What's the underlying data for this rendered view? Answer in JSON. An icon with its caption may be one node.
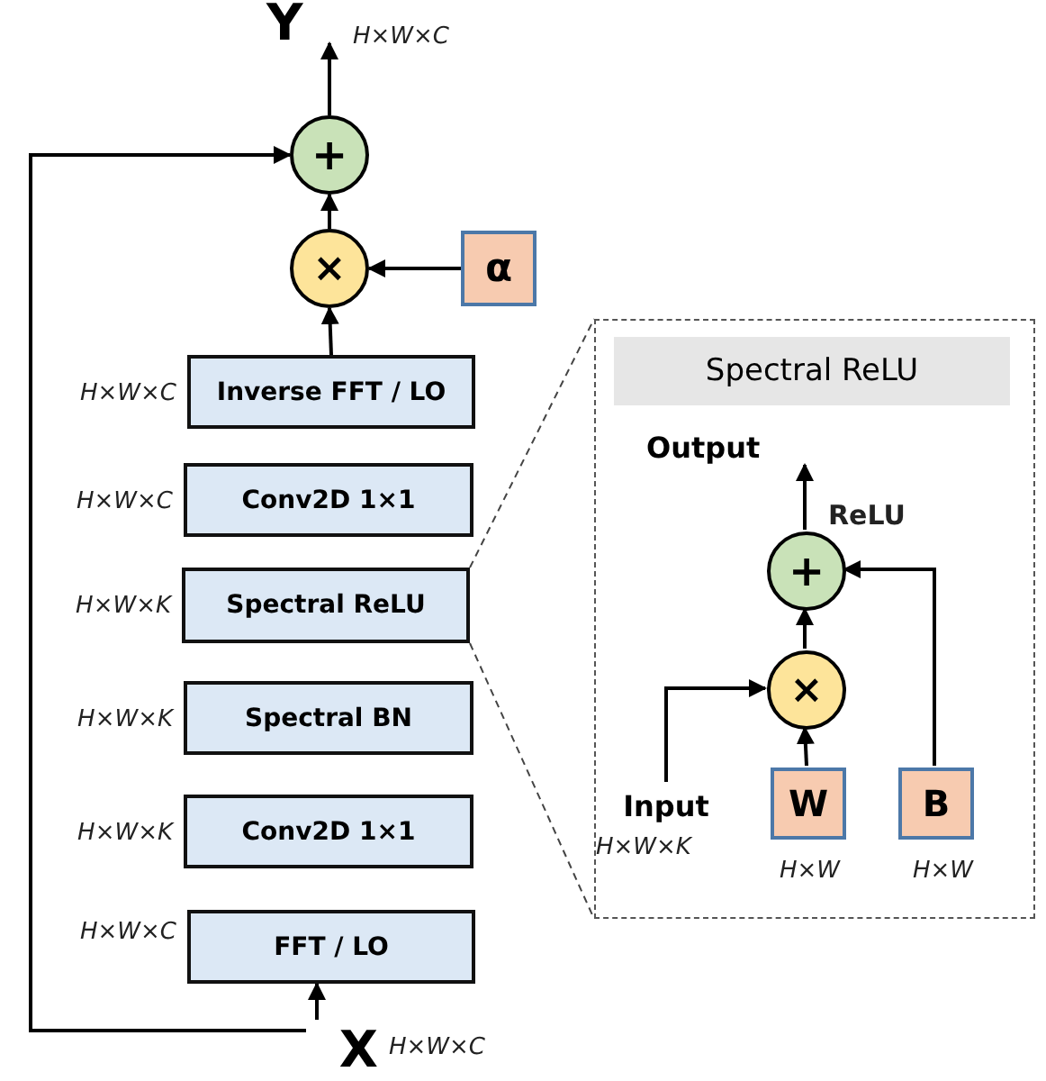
{
  "diagram": {
    "nodes": [
      {
        "text": [
          "Y"
        ]
      },
      {
        "text": [
          "+"
        ]
      },
      {
        "text": [
          "×"
        ]
      },
      {
        "text": [
          "α"
        ]
      },
      {
        "text": [
          "Inverse FFT / LO"
        ],
        "beside": [
          "H×W×C"
        ]
      },
      {
        "text": [
          "Conv2D 1×1"
        ],
        "beside": [
          "H×W×C"
        ]
      },
      {
        "text": [
          "Spectral ReLU"
        ],
        "beside": [
          "H×W×K"
        ]
      },
      {
        "text": [
          "Spectral BN"
        ],
        "beside": [
          "H×W×K"
        ]
      },
      {
        "text": [
          "Conv2D 1×1"
        ],
        "beside": [
          "H×W×K"
        ]
      },
      {
        "text": [
          "FFT / LO"
        ],
        "beside": [
          "H×W×C"
        ]
      },
      {
        "text": [
          "X"
        ],
        "beside": [
          "H×W×C"
        ]
      },
      {
        "text": [],
        "shape": "box"
      },
      {
        "text": [
          "Spectral ReLU"
        ],
        "in": 11
      },
      {
        "text": [
          "Output"
        ],
        "in": 11
      },
      {
        "text": [
          "+"
        ],
        "in": 11,
        "beside": [
          "ReLU"
        ]
      },
      {
        "text": [
          "×"
        ],
        "in": 11
      },
      {
        "text": [
          "Input"
        ],
        "in": 11,
        "beside": [
          "H×W×K"
        ]
      },
      {
        "text": [
          "W"
        ],
        "in": 11,
        "beside": [
          "H×W"
        ]
      },
      {
        "text": [
          "B"
        ],
        "in": 11,
        "beside": [
          "H×W"
        ]
      }
    ],
    "edges": [
      {
        "from": 1,
        "to": 0,
        "arrow": "to"
      },
      {
        "from": 2,
        "to": 1,
        "arrow": "to"
      },
      {
        "from": 3,
        "to": 2,
        "arrow": "to"
      },
      {
        "from": 4,
        "to": 2,
        "arrow": "to"
      },
      {
        "from": 10,
        "to": 9,
        "arrow": "to"
      },
      {
        "from": 10,
        "to": 1,
        "arrow": "to"
      },
      {
        "from": 6,
        "to": 11,
        "arrow": "none",
        "style": "dashed"
      },
      {
        "from": 6,
        "to": 11,
        "arrow": "none",
        "style": "dashed"
      },
      {
        "from": 14,
        "to": 13,
        "arrow": "to"
      },
      {
        "from": 15,
        "to": 14,
        "arrow": "to"
      },
      {
        "from": 17,
        "to": 15,
        "arrow": "to"
      },
      {
        "from": 18,
        "to": 14,
        "arrow": "to"
      },
      {
        "from": 16,
        "to": 15,
        "arrow": "to"
      }
    ],
    "labels": [
      "H×W×C"
    ]
  }
}
